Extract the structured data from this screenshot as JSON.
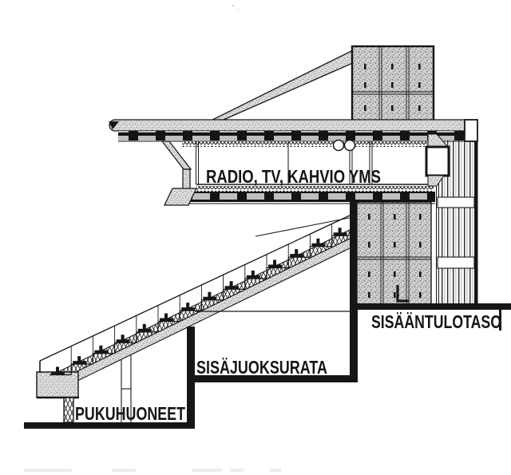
{
  "drawing": {
    "labels": {
      "press_room": "RADIO, TV, KAHVIO YMS",
      "entrance_level": "SISÄÄNTULOTASO",
      "indoor_track": "SISÄJUOKSURATA",
      "dressing_rooms": "PUKUHUONEET"
    },
    "colors": {
      "ink": "#161616",
      "paper": "#ffffff",
      "concrete_light": "#dcdcdc",
      "concrete_dark": "#cfcfcf",
      "deck_block": "#bfbfbf"
    }
  }
}
